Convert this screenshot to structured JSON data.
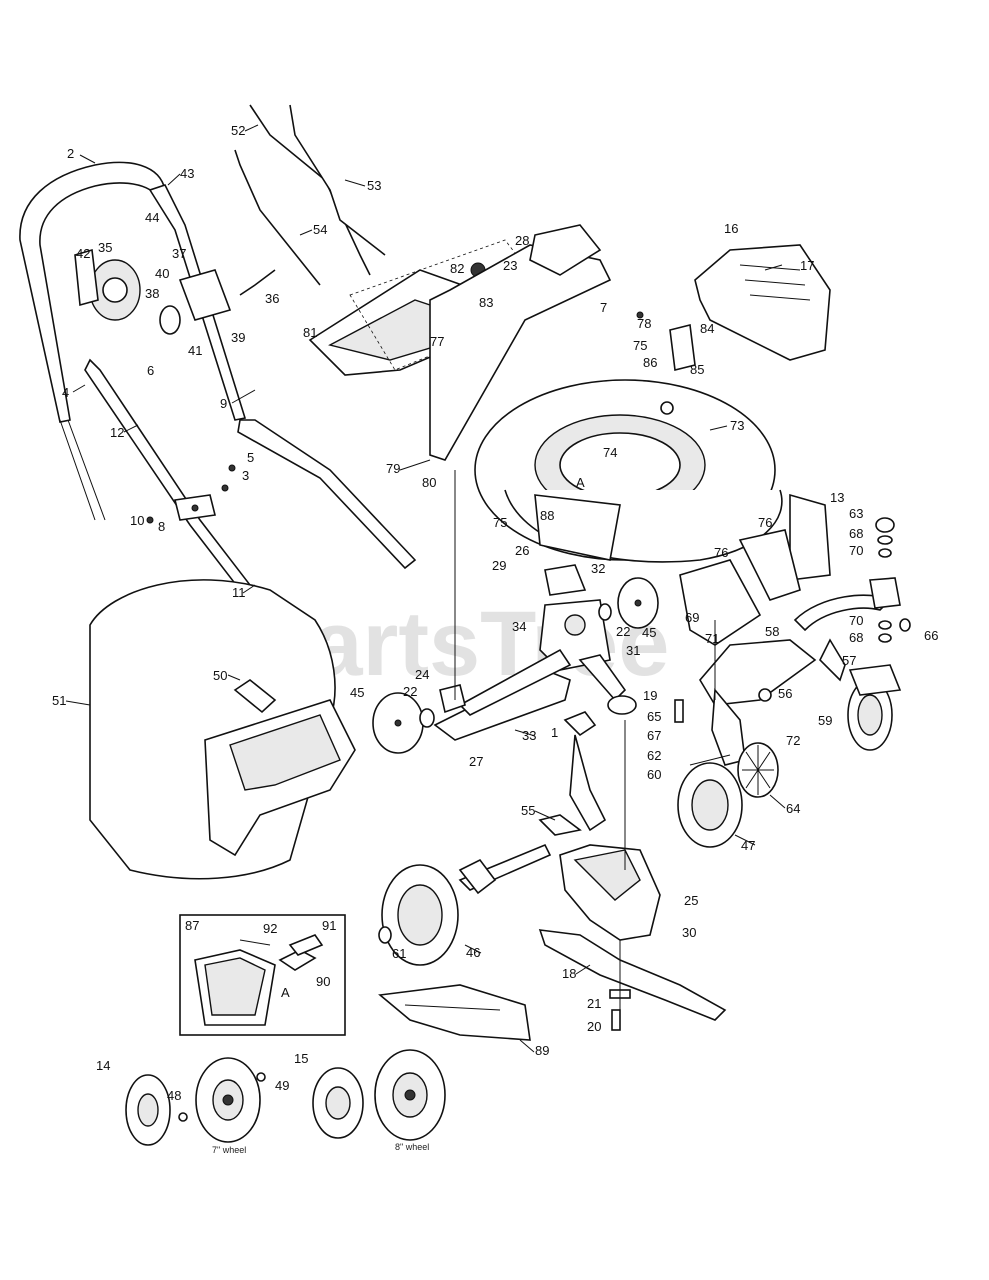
{
  "watermark": "PartsTree",
  "callouts": [
    "2",
    "43",
    "44",
    "42",
    "35",
    "37",
    "40",
    "38",
    "39",
    "41",
    "36",
    "6",
    "4",
    "9",
    "12",
    "5",
    "3",
    "10",
    "8",
    "11",
    "52",
    "53",
    "54",
    "82",
    "83",
    "77",
    "81",
    "28",
    "23",
    "7",
    "78",
    "75",
    "86",
    "85",
    "16",
    "17",
    "84",
    "73",
    "74",
    "79",
    "80",
    "88",
    "75b",
    "A",
    "76",
    "76b",
    "13",
    "63",
    "68",
    "70",
    "26",
    "29",
    "32",
    "22",
    "34",
    "31",
    "45",
    "69",
    "71",
    "58",
    "70b",
    "68b",
    "66",
    "24",
    "22b",
    "19",
    "57",
    "45b",
    "50",
    "51",
    "33",
    "65",
    "56",
    "59",
    "67",
    "62",
    "72",
    "60",
    "64",
    "47",
    "27",
    "1",
    "55",
    "25",
    "30",
    "18",
    "21",
    "20",
    "46",
    "61",
    "87",
    "92",
    "91",
    "90",
    "A2",
    "89",
    "14",
    "48",
    "49",
    "15"
  ],
  "labels": {
    "c2": "2",
    "c43": "43",
    "c44": "44",
    "c42": "42",
    "c35": "35",
    "c37": "37",
    "c40": "40",
    "c38": "38",
    "c39": "39",
    "c41": "41",
    "c36": "36",
    "c6": "6",
    "c4": "4",
    "c9": "9",
    "c12": "12",
    "c5": "5",
    "c3": "3",
    "c10": "10",
    "c8": "8",
    "c11": "11",
    "c52": "52",
    "c53": "53",
    "c54": "54",
    "c82": "82",
    "c83": "83",
    "c77": "77",
    "c81": "81",
    "c28": "28",
    "c23": "23",
    "c7": "7",
    "c78": "78",
    "c75": "75",
    "c86": "86",
    "c85": "85",
    "c16": "16",
    "c17": "17",
    "c84": "84",
    "c73": "73",
    "c74": "74",
    "c79": "79",
    "c80": "80",
    "c88": "88",
    "c75b": "75",
    "cA": "A",
    "c76": "76",
    "c76b": "76",
    "c13": "13",
    "c63": "63",
    "c68": "68",
    "c70": "70",
    "c26": "26",
    "c29": "29",
    "c32": "32",
    "c22": "22",
    "c34": "34",
    "c31": "31",
    "c45": "45",
    "c69": "69",
    "c71": "71",
    "c58": "58",
    "c70b": "70",
    "c68b": "68",
    "c66": "66",
    "c24": "24",
    "c22b": "22",
    "c19": "19",
    "c57": "57",
    "c45b": "45",
    "c50": "50",
    "c51": "51",
    "c33": "33",
    "c65": "65",
    "c56": "56",
    "c59": "59",
    "c67": "67",
    "c62": "62",
    "c72": "72",
    "c60": "60",
    "c64": "64",
    "c47": "47",
    "c27": "27",
    "c1": "1",
    "c55": "55",
    "c25": "25",
    "c30": "30",
    "c18": "18",
    "c21": "21",
    "c20": "20",
    "c46": "46",
    "c61": "61",
    "c87": "87",
    "c92": "92",
    "c91": "91",
    "c90": "90",
    "cA2": "A",
    "c89": "89",
    "c14": "14",
    "c48": "48",
    "c49": "49",
    "c15": "15"
  },
  "wheel_captions": {
    "seven_inch": "7\" wheel",
    "eight_inch": "8\" wheel"
  }
}
